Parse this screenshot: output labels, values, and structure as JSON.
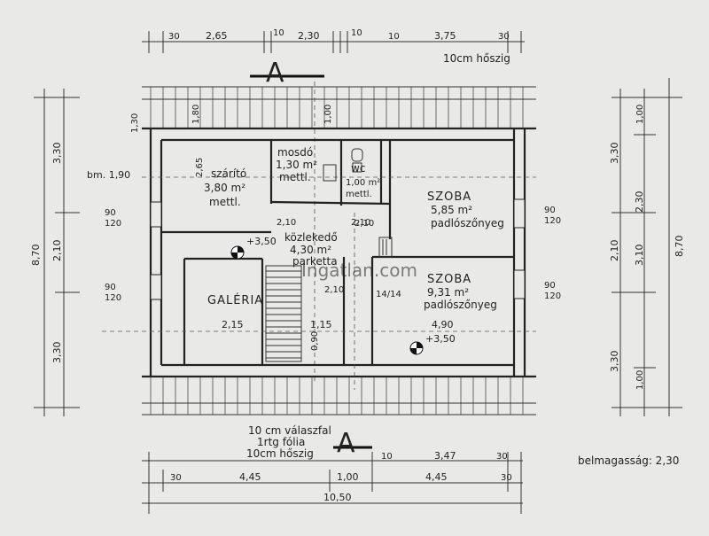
{
  "header": {
    "top_dims": [
      "30",
      "2,65",
      "10",
      "2,30",
      "10",
      "10",
      "3,75",
      "30"
    ],
    "insulation_top": "10cm hőszig"
  },
  "rooms": {
    "szarito": {
      "name": "szárító",
      "area": "3,80 m²",
      "floor": "mettl."
    },
    "mosdo": {
      "name": "mosdó",
      "area": "1,30 m²",
      "floor": "mettl."
    },
    "wc": {
      "name": "wc",
      "area": "1,00 m²",
      "floor": "mettl."
    },
    "szoba1": {
      "name": "SZOBA",
      "area": "5,85 m²",
      "floor": "padlószőnyeg"
    },
    "kozlekedo": {
      "name": "közlekedő",
      "area": "4,30 m²",
      "floor": "parketta"
    },
    "szoba2": {
      "name": "SZOBA",
      "area": "9,31 m²",
      "floor": "padlószőnyeg"
    },
    "galeria": {
      "name": "GALÉRIA"
    }
  },
  "annotations": {
    "bm": "bm. 1,90",
    "stair": "14/14",
    "level1": "+3,50",
    "level2": "+3,50",
    "section_mark": "A",
    "notes": [
      "10 cm válaszfal",
      "1rtg fólia",
      "10cm hőszig"
    ],
    "ceiling_height": "belmagasság: 2,30",
    "watermark": "Ingatlan.com"
  },
  "dimensions_left": [
    "8,70",
    "3,30",
    "2,10",
    "3,30"
  ],
  "dimensions_right": [
    "8,70",
    "3,30",
    "2,10",
    "3,30",
    "1,00",
    "1,00",
    "3,10",
    "2,30"
  ],
  "dimensions_bottom": [
    "30",
    "4,45",
    "1,00",
    "4,45",
    "30",
    "10,50",
    "10",
    "3,47",
    "30"
  ],
  "inner_dims": {
    "v_1": "1,30",
    "v_2": "1,80",
    "v_3": "2,65",
    "v_4": "1,00",
    "d1": "2,10",
    "d2": "2,10",
    "d3": "2,10",
    "d4": "4,90",
    "d5": "2,15",
    "d6": "1,15",
    "d7": "0,90",
    "d8": "2,10",
    "w1": "90",
    "w2": "120",
    "w3": "90",
    "w4": "120",
    "w5": "90",
    "w6": "120",
    "w7": "90",
    "w8": "120"
  }
}
